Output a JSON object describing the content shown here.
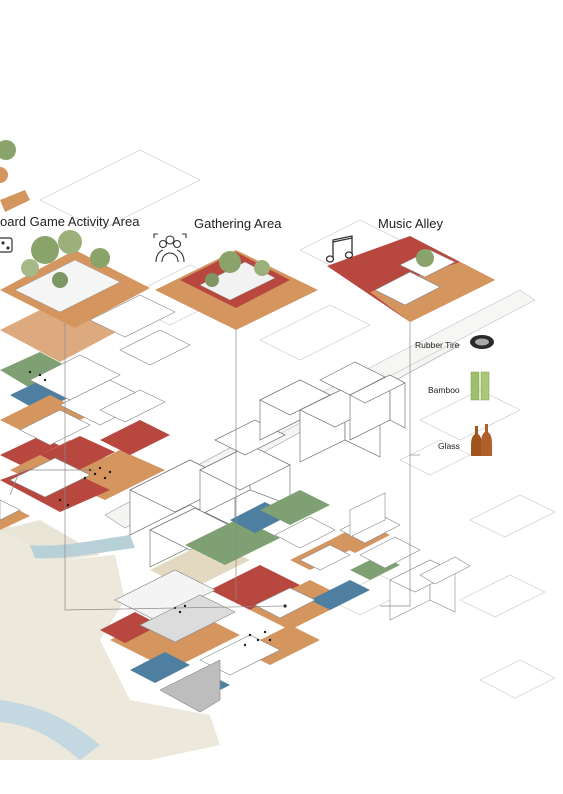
{
  "callouts": [
    {
      "title": "oard Game Activity Area",
      "icon": "dice-icon"
    },
    {
      "title": "Gathering Area",
      "icon": "people-icon"
    },
    {
      "title": "Music Alley",
      "icon": "music-note-icon"
    }
  ],
  "materials": [
    {
      "label": "Rubber Tire",
      "icon": "tire-icon"
    },
    {
      "label": "Bamboo",
      "icon": "bamboo-icon"
    },
    {
      "label": "Glass",
      "icon": "glass-bottle-icon"
    }
  ],
  "colors": {
    "terracotta": "#d4955f",
    "brick_red": "#b8483f",
    "green": "#7fa072",
    "blue": "#4f7fa0",
    "river": "#b8d0d8",
    "sand": "#ece8dc",
    "building": "#ffffff",
    "line": "#8a8a8a"
  }
}
